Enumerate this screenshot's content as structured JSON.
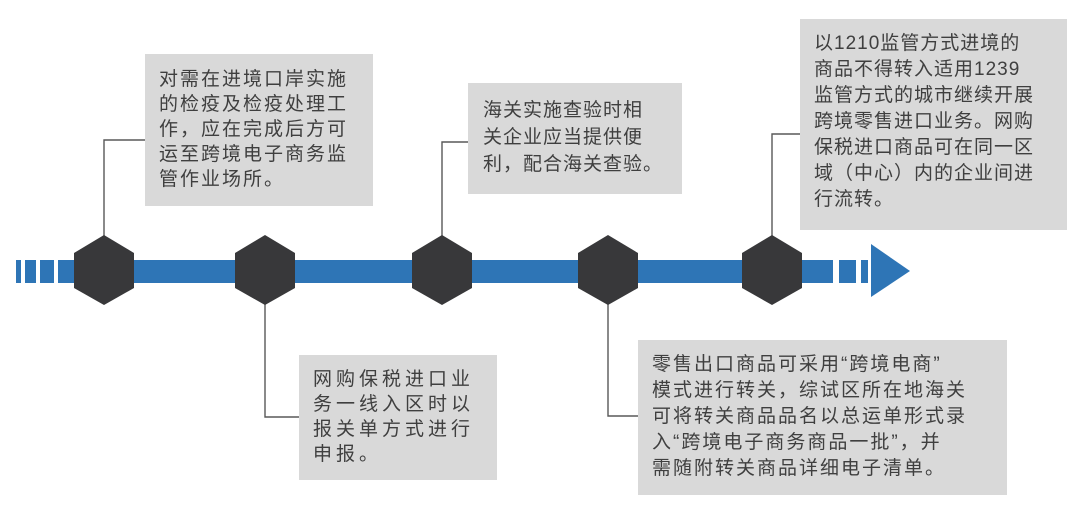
{
  "colors": {
    "accent_blue": "#2E75B6",
    "node_dark": "#38383A",
    "callout_bg": "#D9D9D9",
    "text_color": "#3F3F3F",
    "connector": "#595959"
  },
  "diagram": {
    "kind": "horizontal-timeline",
    "node_count": 5,
    "callouts": [
      {
        "node": 1,
        "position": "top",
        "text": "对需在进境口岸实施\n的检疫及检疫处理工\n作，应在完成后方可\n运至跨境电子商务监\n管作业场所。"
      },
      {
        "node": 2,
        "position": "bottom",
        "text": "网购保税进口业\n务一线入区时以\n报关单方式进行\n申报。"
      },
      {
        "node": 3,
        "position": "top",
        "text": "海关实施查验时相\n关企业应当提供便\n利，配合海关查验。"
      },
      {
        "node": 4,
        "position": "bottom",
        "text": "零售出口商品可采用“跨境电商”\n模式进行转关，综试区所在地海关\n可将转关商品品名以总运单形式录\n入“跨境电子商务商品一批”，并\n需随附转关商品详细电子清单。"
      },
      {
        "node": 5,
        "position": "top",
        "text": "以1210监管方式进境的\n商品不得转入适用1239\n监管方式的城市继续开展\n跨境零售进口业务。网购\n保税进口商品可在同一区\n域（中心）内的企业间进\n行流转。"
      }
    ]
  }
}
